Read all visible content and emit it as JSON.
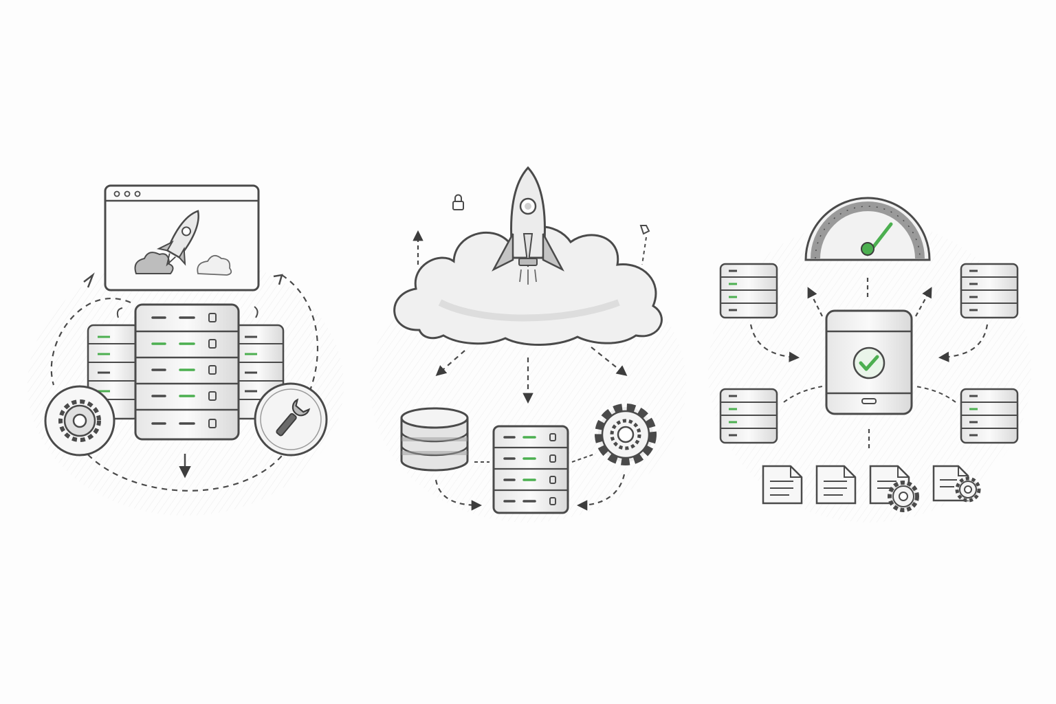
{
  "palette": {
    "stroke": "#4a4a4a",
    "fill": "#f2f2f2",
    "shade": "#d8d8d8",
    "accent": "#4caf50",
    "background": "#fdfdfd"
  },
  "panels": [
    {
      "name": "deploy-panel",
      "icons": [
        "browser-window-icon",
        "rocket-icon",
        "server-rack-icon",
        "gear-icon",
        "wrench-icon",
        "cycle-arrows"
      ]
    },
    {
      "name": "cloud-launch-panel",
      "icons": [
        "rocket-icon",
        "cloud-icon",
        "lock-icon",
        "database-icon",
        "server-icon",
        "gear-icon"
      ]
    },
    {
      "name": "monitoring-panel",
      "icons": [
        "speedometer-icon",
        "device-check-icon",
        "server-icon",
        "document-icon",
        "document-gear-icon"
      ]
    }
  ]
}
